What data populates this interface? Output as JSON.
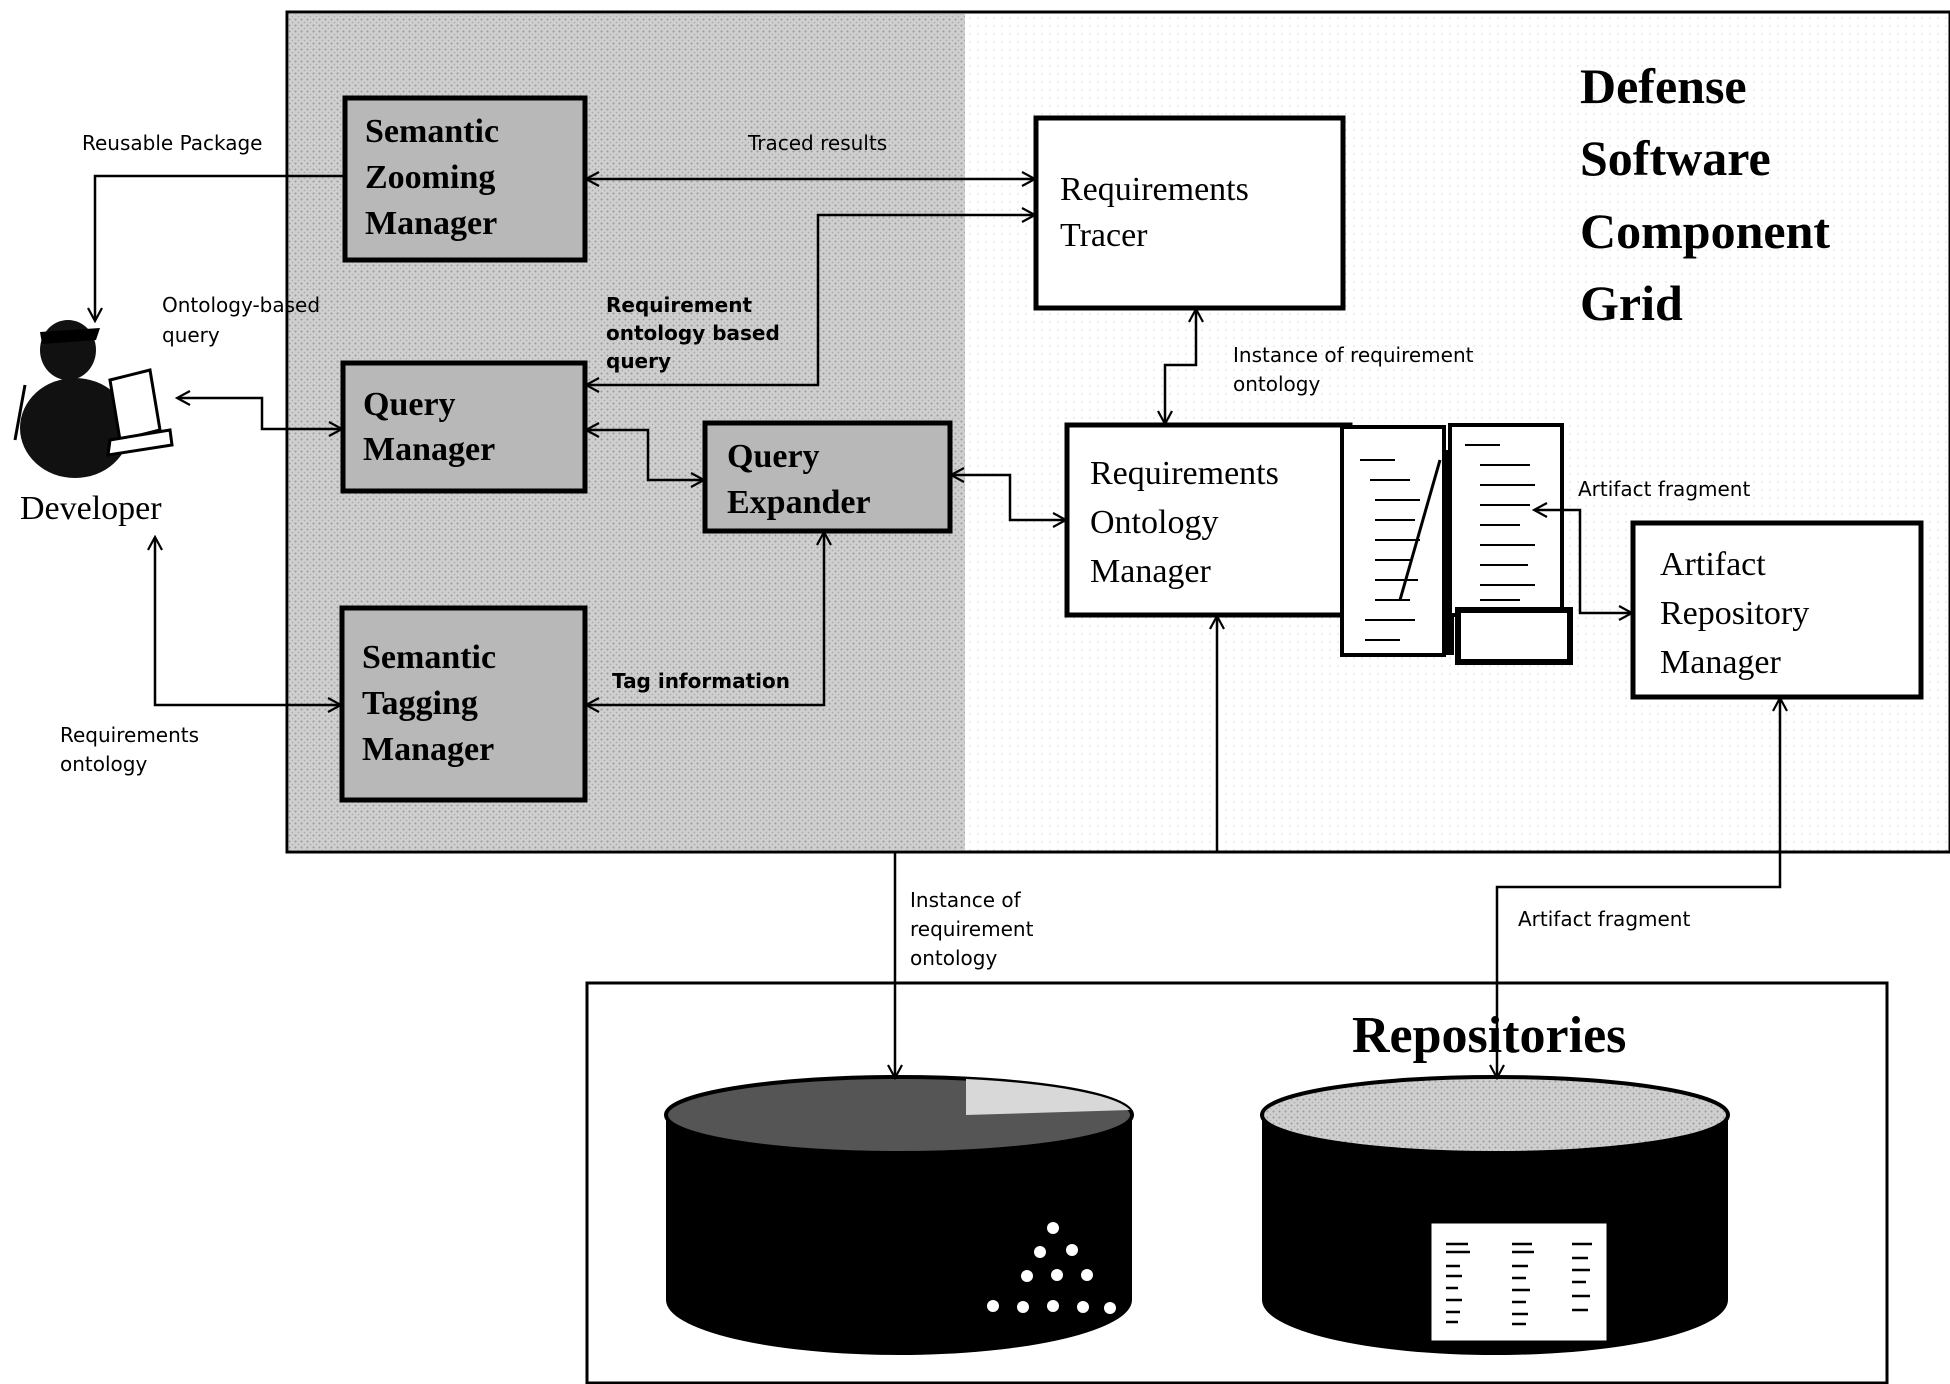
{
  "grid_title": [
    "Defense",
    "Software",
    "Component",
    "Grid"
  ],
  "developer_label": "Developer",
  "repositories_title": "Repositories",
  "boxes": {
    "semantic_zooming": [
      "Semantic",
      "Zooming",
      "Manager"
    ],
    "query_manager": [
      "Query",
      "Manager"
    ],
    "semantic_tagging": [
      "Semantic",
      "Tagging",
      "Manager"
    ],
    "query_expander": [
      "Query",
      "Expander"
    ],
    "requirements_tracer": [
      "Requirements",
      "Tracer"
    ],
    "requirements_ontology": [
      "Requirements",
      "Ontology",
      "Manager"
    ],
    "artifact_repository": [
      "Artifact",
      "Repository",
      "Manager"
    ]
  },
  "labels": {
    "reusable_package": "Reusable  Package",
    "traced_results": "Traced results",
    "ontology_based_query": [
      "Ontology-based",
      "query"
    ],
    "requirement_ontology_based_query": [
      "Requirement",
      "ontology based",
      "query"
    ],
    "instance_requirement_ontology_top": [
      "Instance of requirement",
      "ontology"
    ],
    "artifact_fragment_top": "Artifact fragment",
    "tag_information": "Tag information",
    "requirements_ontology": [
      "Requirements",
      "ontology"
    ],
    "instance_requirement_ontology_bottom": [
      "Instance of",
      "requirement",
      "ontology"
    ],
    "artifact_fragment_bottom": "Artifact fragment"
  },
  "colors": {
    "shaded_panel": "#c8c8c8",
    "shaded_box": "#b5b5b5",
    "line": "#000000"
  }
}
